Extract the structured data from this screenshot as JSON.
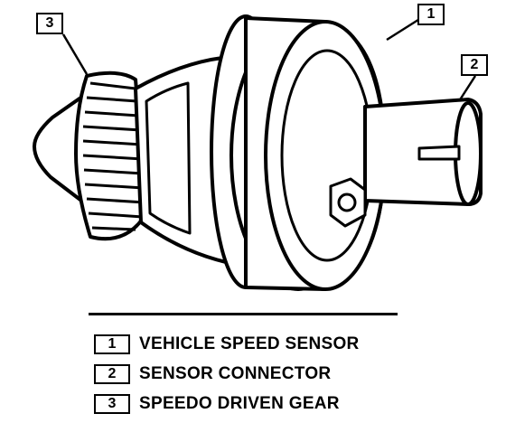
{
  "callouts": [
    {
      "number": "1"
    },
    {
      "number": "2"
    },
    {
      "number": "3"
    }
  ],
  "legend": [
    {
      "number": "1",
      "label": "VEHICLE SPEED SENSOR"
    },
    {
      "number": "2",
      "label": "SENSOR CONNECTOR"
    },
    {
      "number": "3",
      "label": "SPEEDO DRIVEN GEAR"
    }
  ]
}
